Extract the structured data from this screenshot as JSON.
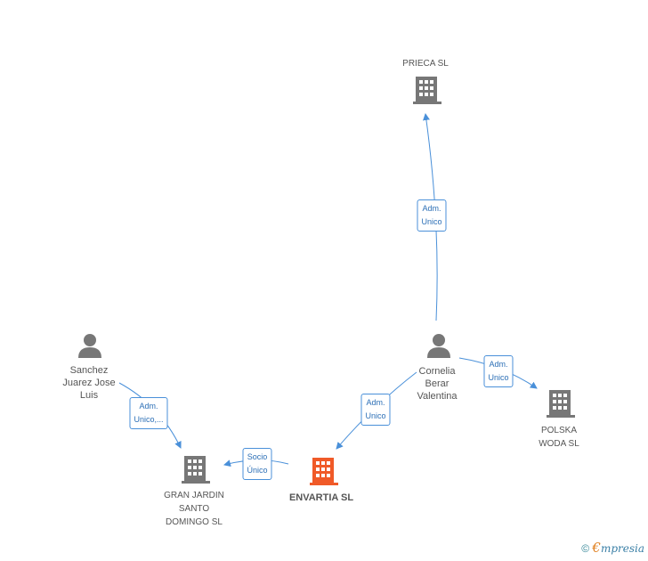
{
  "colors": {
    "edge": "#4a90d9",
    "building": "#777777",
    "focus_building": "#f05a28",
    "person": "#777777"
  },
  "nodes": {
    "prieca": {
      "label": "PRIECA SL",
      "type": "company"
    },
    "cornelia": {
      "label": "Cornelia\nBerar\nValentina",
      "type": "person"
    },
    "polska": {
      "label": "POLSKA\nWODA SL",
      "type": "company"
    },
    "envartia": {
      "label": "ENVARTIA SL",
      "type": "company-focus"
    },
    "gran_jardin": {
      "label": "GRAN JARDIN\nSANTO\nDOMINGO SL",
      "type": "company"
    },
    "sanchez": {
      "label": "Sanchez\nJuarez Jose\nLuis",
      "type": "person"
    }
  },
  "edges": {
    "cornelia_prieca": "Adm.\nUnico",
    "cornelia_polska": "Adm.\nUnico",
    "cornelia_envartia": "Adm.\nUnico",
    "envartia_gran_jardin": "Socio\nÚnico",
    "sanchez_gran_jardin": "Adm.\nUnico,..."
  },
  "footer": {
    "copyright_symbol": "©",
    "brand_initial": "€",
    "brand_rest": "mpresia"
  }
}
